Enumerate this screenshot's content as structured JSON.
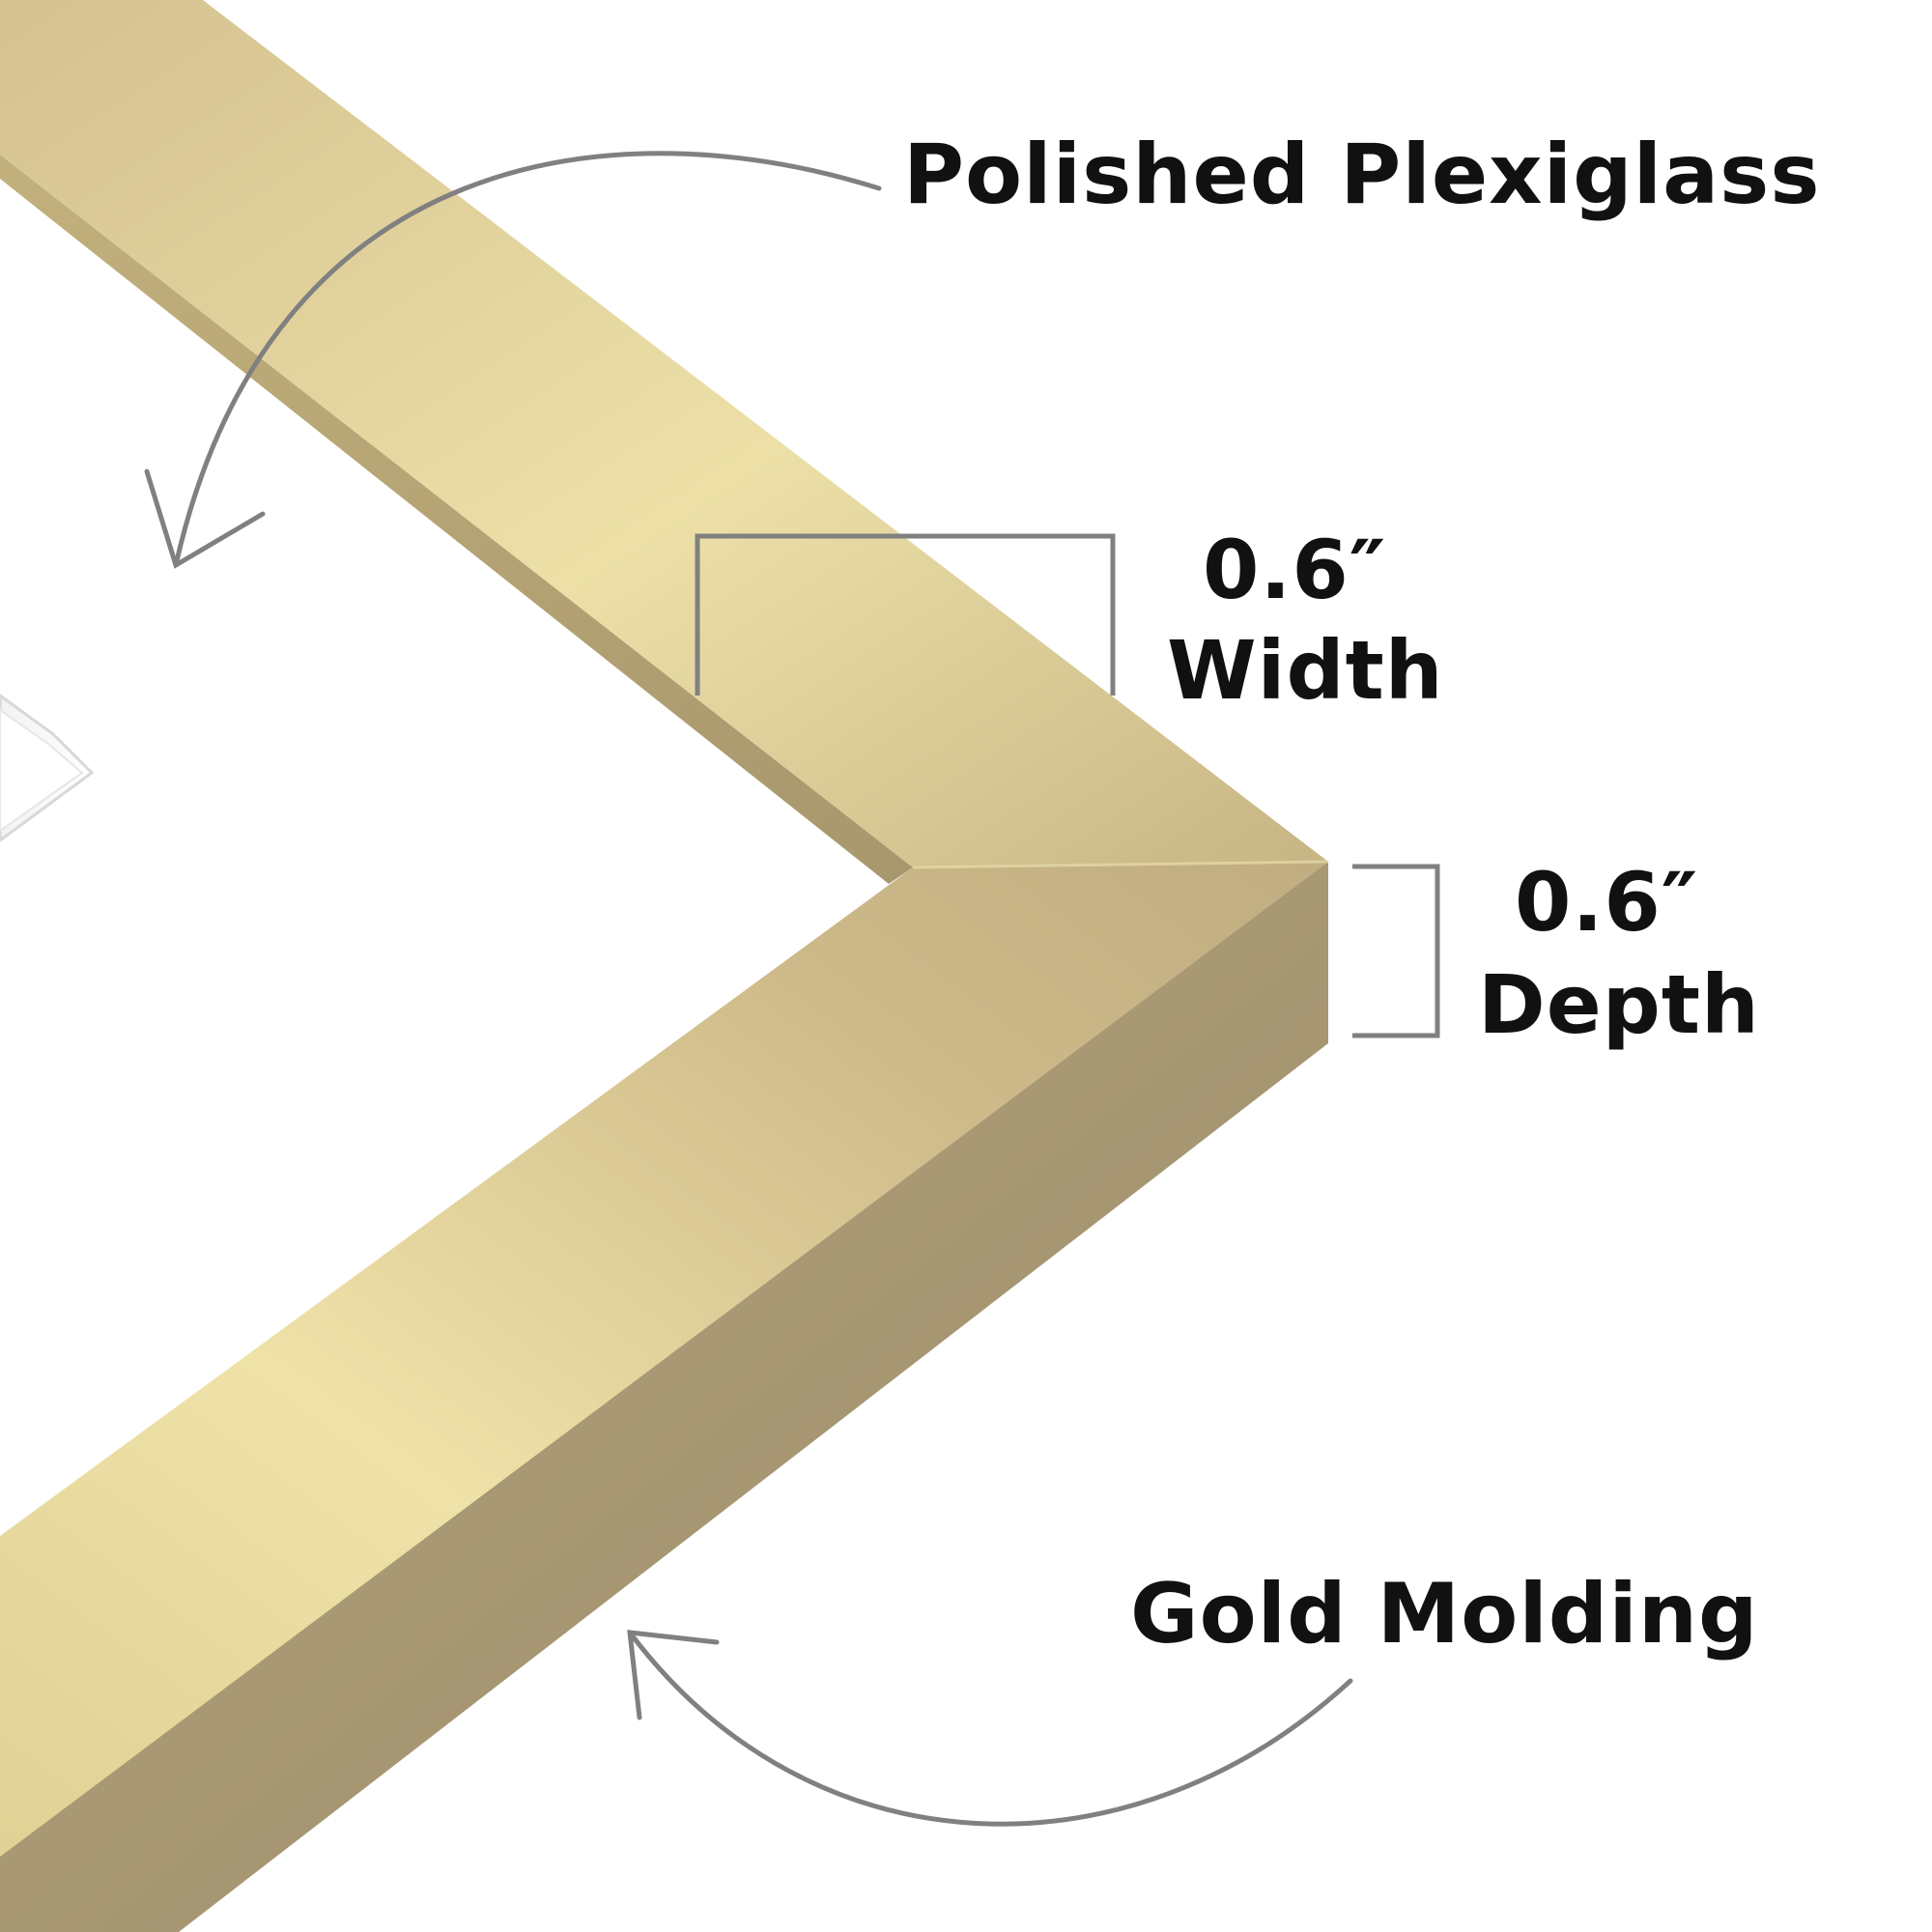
{
  "labels": {
    "plexiglass": "Polished Plexiglass",
    "width_value": "0.6″",
    "width_text": "Width",
    "depth_value": "0.6″",
    "depth_text": "Depth",
    "molding": "Gold Molding"
  },
  "colors": {
    "gold_light": "#eee0a6",
    "gold_mid": "#d3c08e",
    "gold_dark": "#9f9070",
    "annotation_gray": "#808080",
    "text": "#111111"
  }
}
